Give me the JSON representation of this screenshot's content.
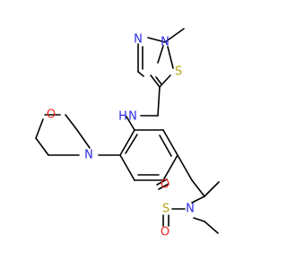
{
  "molecule": {
    "atoms": {
      "n_thiadiazole_1": "N",
      "n_thiadiazole_2": "N",
      "s_thiadiazole": "S",
      "nh_amine": "N",
      "h_amine": "H",
      "o_morpholine": "O",
      "n_morpholine": "N",
      "s_sulfonyl": "S",
      "o_sulfonyl_top": "O",
      "o_sulfonyl_bottom": "O",
      "n_dimethylamino": "N"
    },
    "colors": {
      "carbon_bond": "#000000",
      "nitrogen": "#2a2ae8",
      "oxygen": "#e8251e",
      "sulfur": "#b9a21a"
    }
  }
}
